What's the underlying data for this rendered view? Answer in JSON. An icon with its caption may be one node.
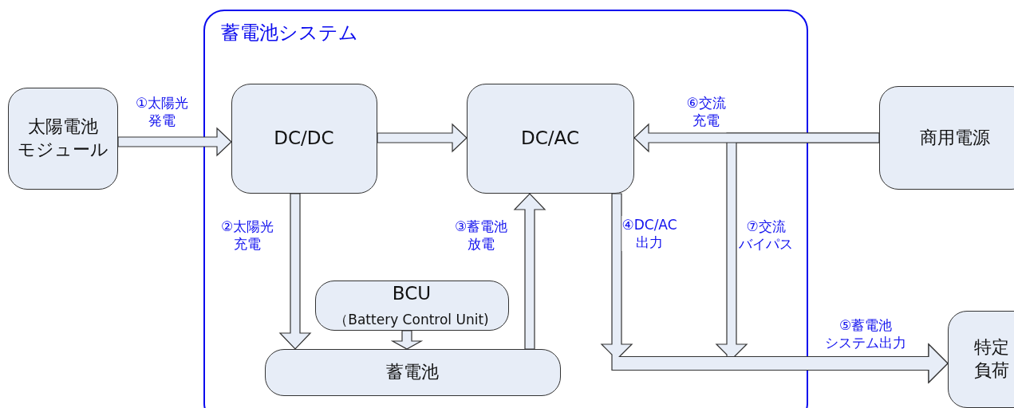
{
  "diagram": {
    "nodes": [
      {
        "text": [
          "蓄電池システム"
        ]
      },
      {
        "text": [
          "太陽電池モジュール"
        ]
      },
      {
        "text": [
          "DC/DC"
        ],
        "in": 0
      },
      {
        "text": [
          "DC/AC"
        ],
        "in": 0
      },
      {
        "text": [
          "商用電源"
        ]
      },
      {
        "text": [
          "BCU",
          "（Battery Control Unit)"
        ],
        "in": 0
      },
      {
        "text": [
          "蓄電池"
        ],
        "in": 0
      },
      {
        "text": [
          "特定負荷"
        ]
      }
    ],
    "edges": [
      {
        "from": 1,
        "to": 2,
        "arrow": "to",
        "label": "①太陽光発電"
      },
      {
        "from": 2,
        "to": 3,
        "arrow": "to"
      },
      {
        "from": 2,
        "to": 6,
        "arrow": "to",
        "label": "②太陽光充電"
      },
      {
        "from": 6,
        "to": 3,
        "arrow": "to",
        "label": "③蓄電池放電"
      },
      {
        "from": 5,
        "to": 6,
        "arrow": "to"
      },
      {
        "from": 4,
        "to": 3,
        "arrow": "to",
        "label": "⑥交流充電"
      },
      {
        "from": 3,
        "to": 7,
        "arrow": "to",
        "label": "⑤蓄電池システム出力"
      },
      {
        "from": 4,
        "to": 7,
        "arrow": "to",
        "label": "⑦交流バイパス"
      }
    ],
    "labels": [
      "④DC/AC出力"
    ]
  }
}
